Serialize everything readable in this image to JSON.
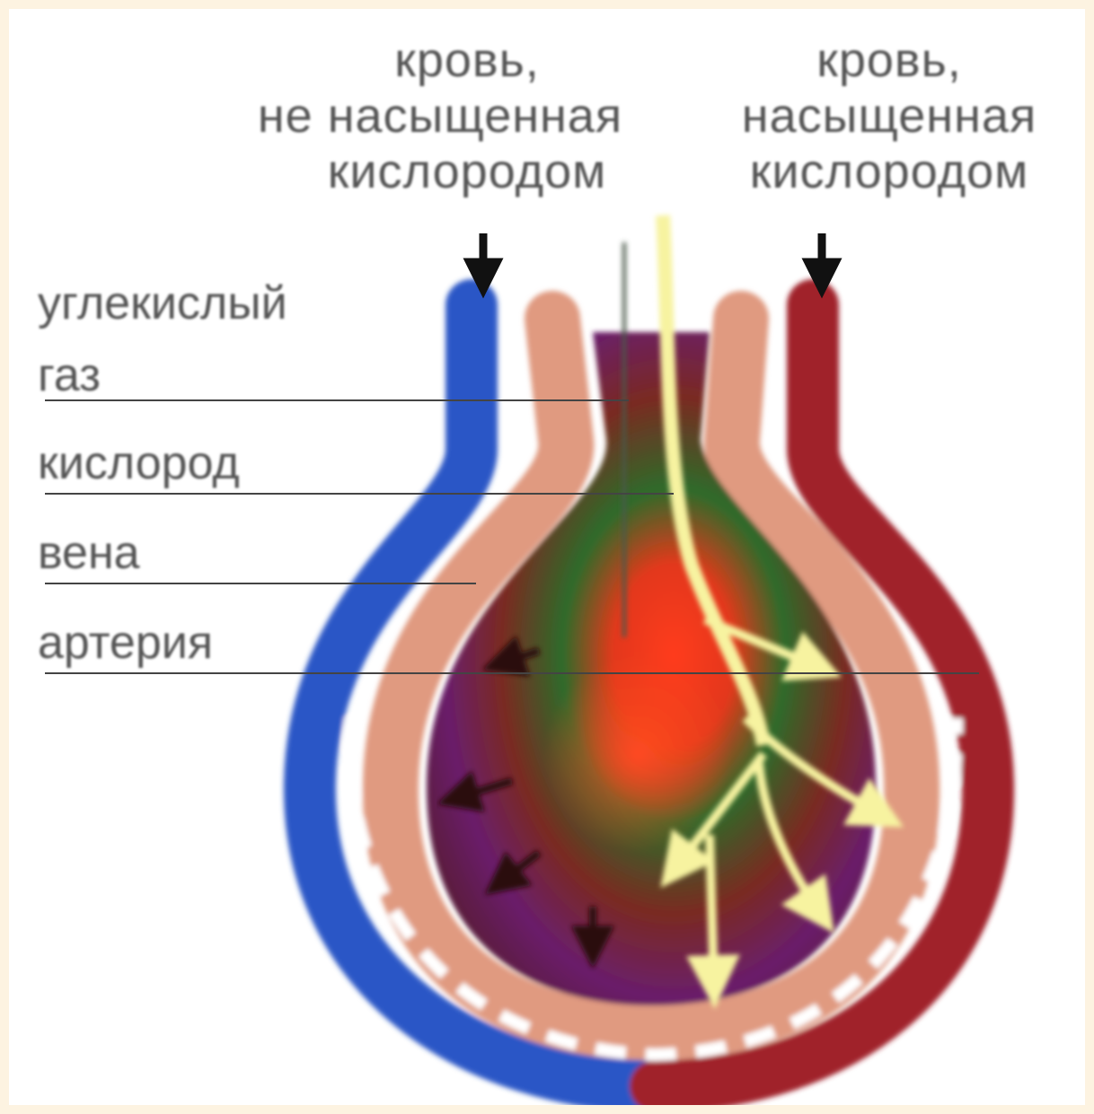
{
  "headers": {
    "left": {
      "line1": "кровь,",
      "line2": "не насыщенная",
      "line3": "кислородом"
    },
    "right": {
      "line1": "кровь,",
      "line2": "насыщенная",
      "line3": "кислородом"
    }
  },
  "labels": {
    "carbon_dioxide_line1": "углекислый",
    "carbon_dioxide_line2": "газ",
    "oxygen": "кислород",
    "vein": "вена",
    "artery": "артерия"
  },
  "colors": {
    "page_background": "#fdf3e1",
    "vein_vessel": "#2b57c6",
    "artery_vessel": "#a0202a",
    "wall": "#e09a80",
    "tissue_center": "#ff3a1a",
    "oxygen_flow": "#f7f3a0"
  }
}
